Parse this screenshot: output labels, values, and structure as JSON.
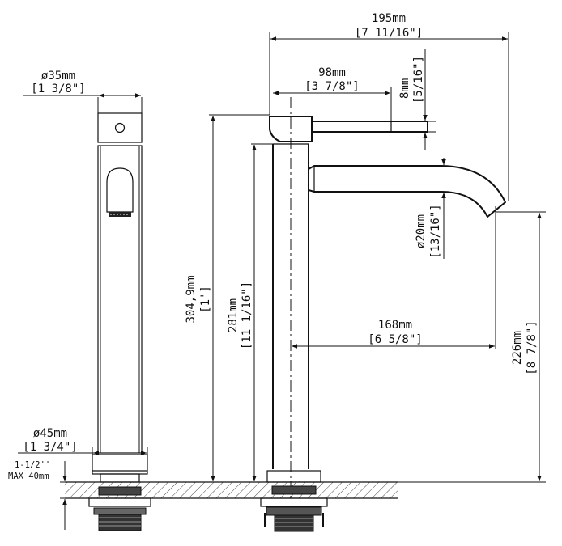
{
  "dimensions": {
    "overall_length": {
      "metric": "195mm",
      "imperial": "[7 11/16\"]"
    },
    "handle_length": {
      "metric": "98mm",
      "imperial": "[3 7/8\"]"
    },
    "handle_thickness": {
      "metric": "8mm",
      "imperial": "[5/16\"]"
    },
    "body_diameter": {
      "metric": "ø35mm",
      "imperial": "[1 3/8\"]"
    },
    "total_height": {
      "metric": "304,9mm",
      "imperial": "[1']"
    },
    "body_height": {
      "metric": "281mm",
      "imperial": "[11 1/16\"]"
    },
    "spout_diameter": {
      "metric": "ø20mm",
      "imperial": "[13/16\"]"
    },
    "spout_reach": {
      "metric": "168mm",
      "imperial": "[6 5/8\"]"
    },
    "spout_height": {
      "metric": "226mm",
      "imperial": "[8 7/8\"]"
    },
    "base_diameter": {
      "metric": "ø45mm",
      "imperial": "[1 3/4\"]"
    },
    "deck_thickness": {
      "line1": "1-1/2''",
      "line2": "MAX 40mm"
    }
  }
}
